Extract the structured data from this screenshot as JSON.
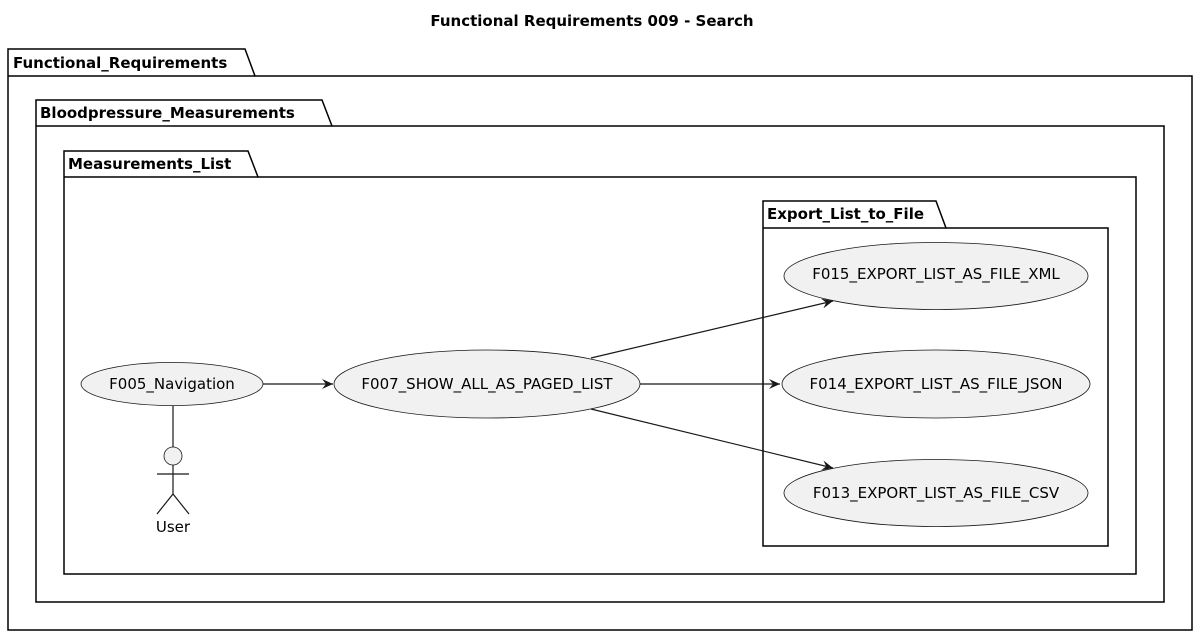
{
  "title": "Functional Requirements 009 - Search",
  "packages": [
    {
      "id": "functional-requirements",
      "label": "Functional_Requirements"
    },
    {
      "id": "bloodpressure-measurements",
      "label": "Bloodpressure_Measurements"
    },
    {
      "id": "measurements-list",
      "label": "Measurements_List"
    },
    {
      "id": "export-list-to-file",
      "label": "Export_List_to_File"
    }
  ],
  "usecases": [
    {
      "id": "f005",
      "label": "F005_Navigation"
    },
    {
      "id": "f007",
      "label": "F007_SHOW_ALL_AS_PAGED_LIST"
    },
    {
      "id": "f015",
      "label": "F015_EXPORT_LIST_AS_FILE_XML"
    },
    {
      "id": "f014",
      "label": "F014_EXPORT_LIST_AS_FILE_JSON"
    },
    {
      "id": "f013",
      "label": "F013_EXPORT_LIST_AS_FILE_CSV"
    }
  ],
  "actor": {
    "id": "user",
    "label": "User"
  },
  "edges": [
    {
      "from": "user",
      "to": "f005",
      "arrow": false
    },
    {
      "from": "f005",
      "to": "f007",
      "arrow": true
    },
    {
      "from": "f007",
      "to": "f015",
      "arrow": true
    },
    {
      "from": "f007",
      "to": "f014",
      "arrow": true
    },
    {
      "from": "f007",
      "to": "f013",
      "arrow": true
    }
  ],
  "colors": {
    "usecase_fill": "#f1f1f1",
    "stroke": "#181818",
    "package_stroke": "#000000"
  }
}
